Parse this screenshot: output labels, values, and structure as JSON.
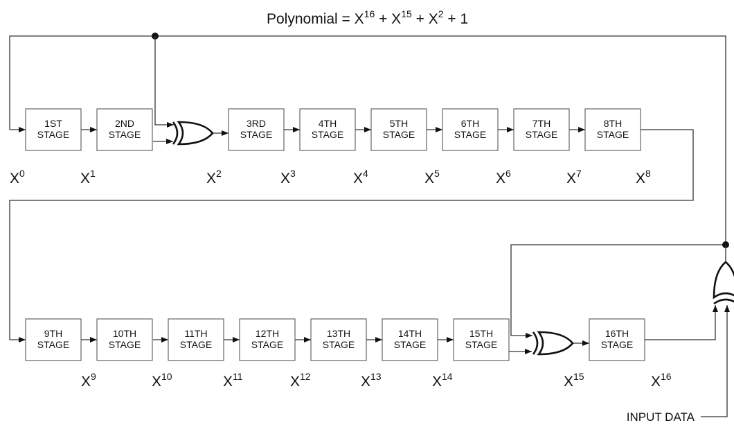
{
  "title": {
    "prefix": "Polynomial = X",
    "t1_exp": "16",
    "plus1": " + X",
    "t2_exp": "15",
    "plus2": " + X",
    "t3_exp": "2",
    "suffix": " + 1"
  },
  "stages": [
    {
      "line1": "1ST",
      "line2": "STAGE"
    },
    {
      "line1": "2ND",
      "line2": "STAGE"
    },
    {
      "line1": "3RD",
      "line2": "STAGE"
    },
    {
      "line1": "4TH",
      "line2": "STAGE"
    },
    {
      "line1": "5TH",
      "line2": "STAGE"
    },
    {
      "line1": "6TH",
      "line2": "STAGE"
    },
    {
      "line1": "7TH",
      "line2": "STAGE"
    },
    {
      "line1": "8TH",
      "line2": "STAGE"
    },
    {
      "line1": "9TH",
      "line2": "STAGE"
    },
    {
      "line1": "10TH",
      "line2": "STAGE"
    },
    {
      "line1": "11TH",
      "line2": "STAGE"
    },
    {
      "line1": "12TH",
      "line2": "STAGE"
    },
    {
      "line1": "13TH",
      "line2": "STAGE"
    },
    {
      "line1": "14TH",
      "line2": "STAGE"
    },
    {
      "line1": "15TH",
      "line2": "STAGE"
    },
    {
      "line1": "16TH",
      "line2": "STAGE"
    }
  ],
  "terms": [
    {
      "base": "X",
      "exp": "0"
    },
    {
      "base": "X",
      "exp": "1"
    },
    {
      "base": "X",
      "exp": "2"
    },
    {
      "base": "X",
      "exp": "3"
    },
    {
      "base": "X",
      "exp": "4"
    },
    {
      "base": "X",
      "exp": "5"
    },
    {
      "base": "X",
      "exp": "6"
    },
    {
      "base": "X",
      "exp": "7"
    },
    {
      "base": "X",
      "exp": "8"
    },
    {
      "base": "X",
      "exp": "9"
    },
    {
      "base": "X",
      "exp": "10"
    },
    {
      "base": "X",
      "exp": "11"
    },
    {
      "base": "X",
      "exp": "12"
    },
    {
      "base": "X",
      "exp": "13"
    },
    {
      "base": "X",
      "exp": "14"
    },
    {
      "base": "X",
      "exp": "15"
    },
    {
      "base": "X",
      "exp": "16"
    }
  ],
  "input_label": "INPUT DATA"
}
